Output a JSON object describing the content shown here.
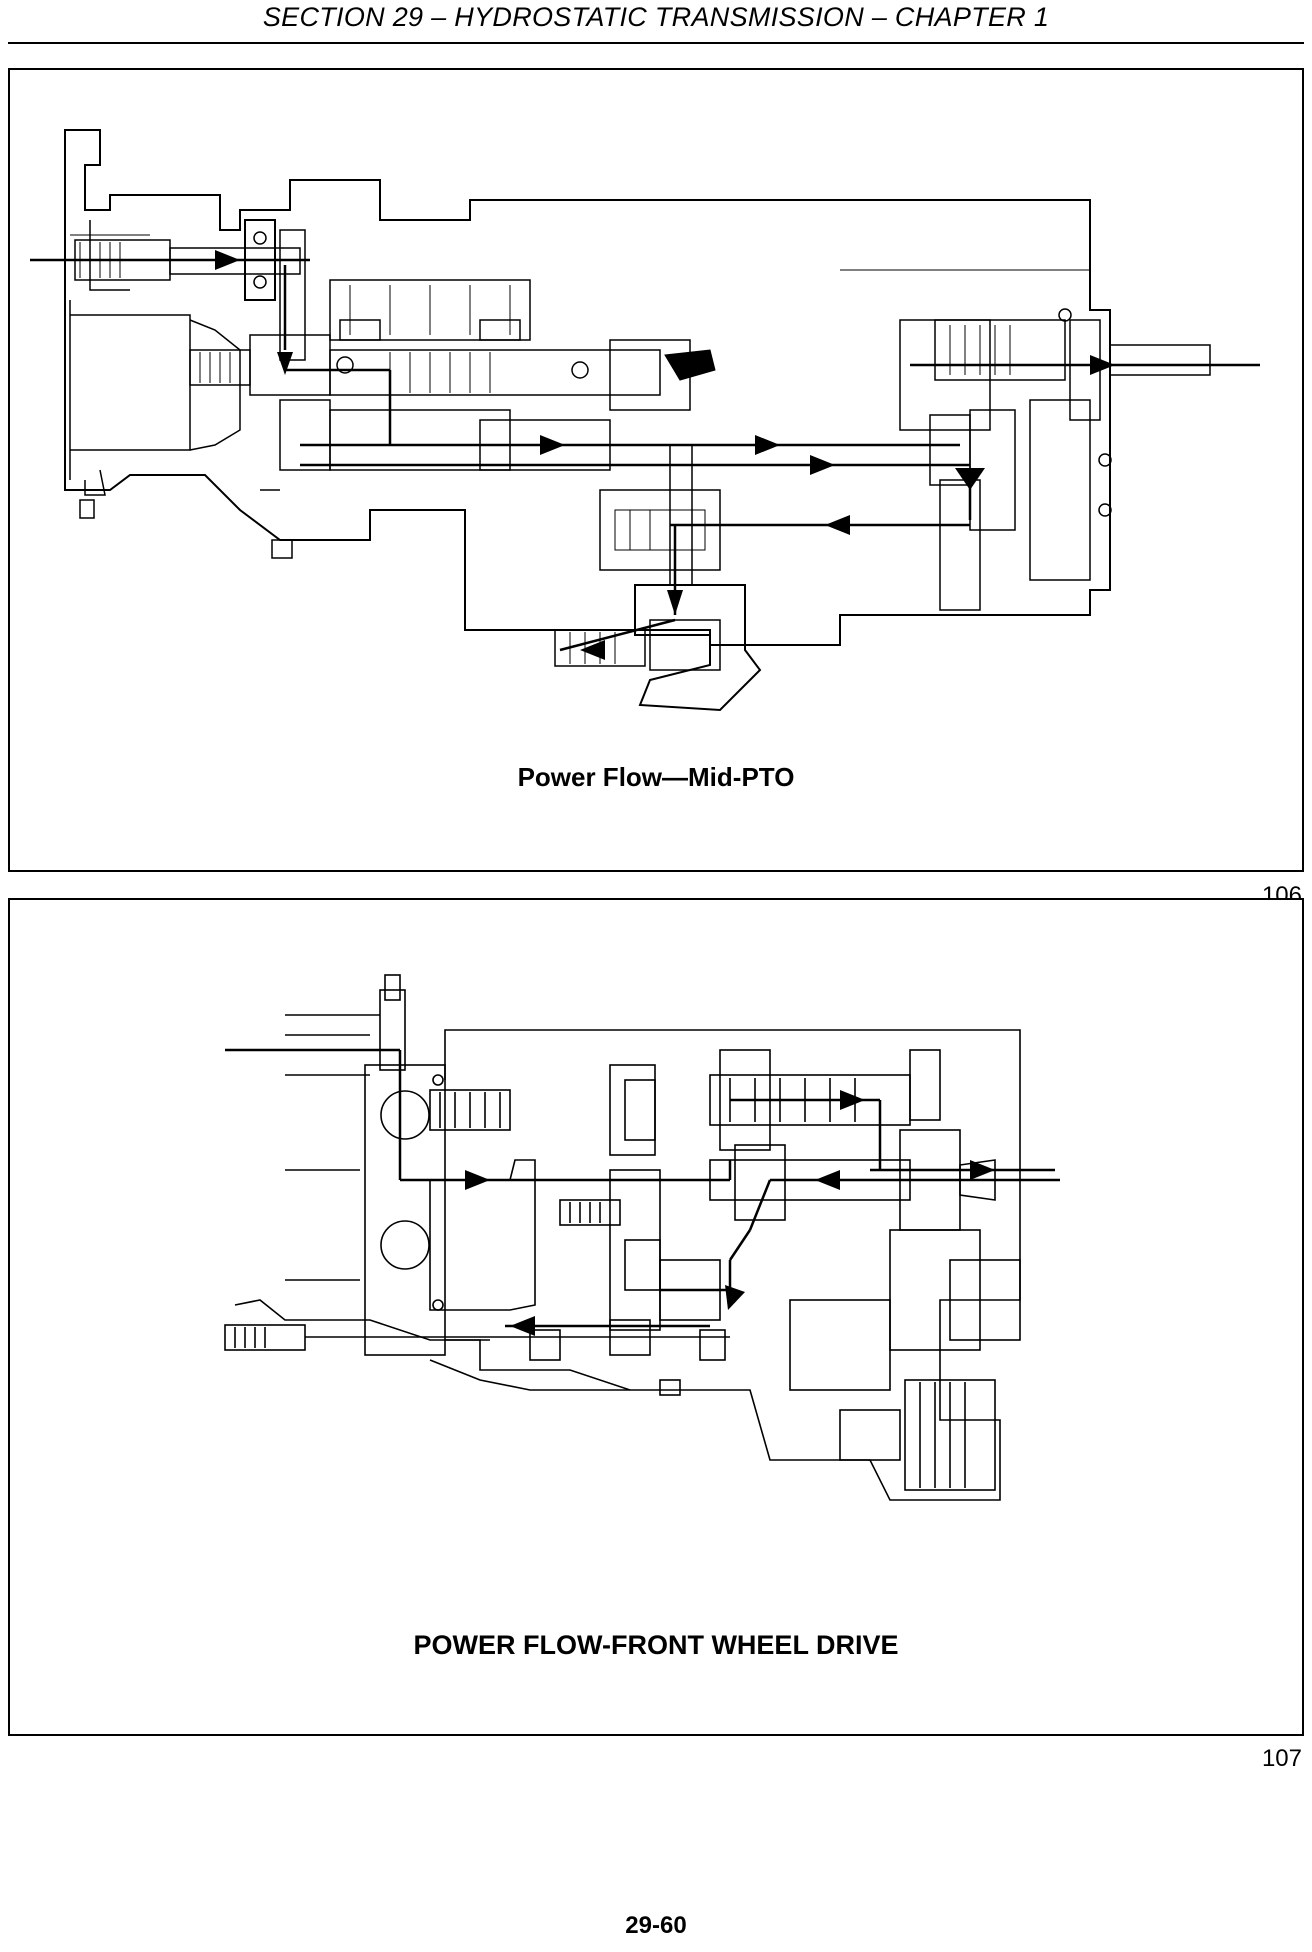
{
  "header": {
    "title": "SECTION 29 – HYDROSTATIC TRANSMISSION – CHAPTER 1"
  },
  "figures": [
    {
      "caption": "Power Flow—Mid-PTO",
      "number": "106"
    },
    {
      "caption": "POWER FLOW-FRONT WHEEL DRIVE",
      "number": "107"
    }
  ],
  "footer": {
    "page_number": "29-60"
  }
}
